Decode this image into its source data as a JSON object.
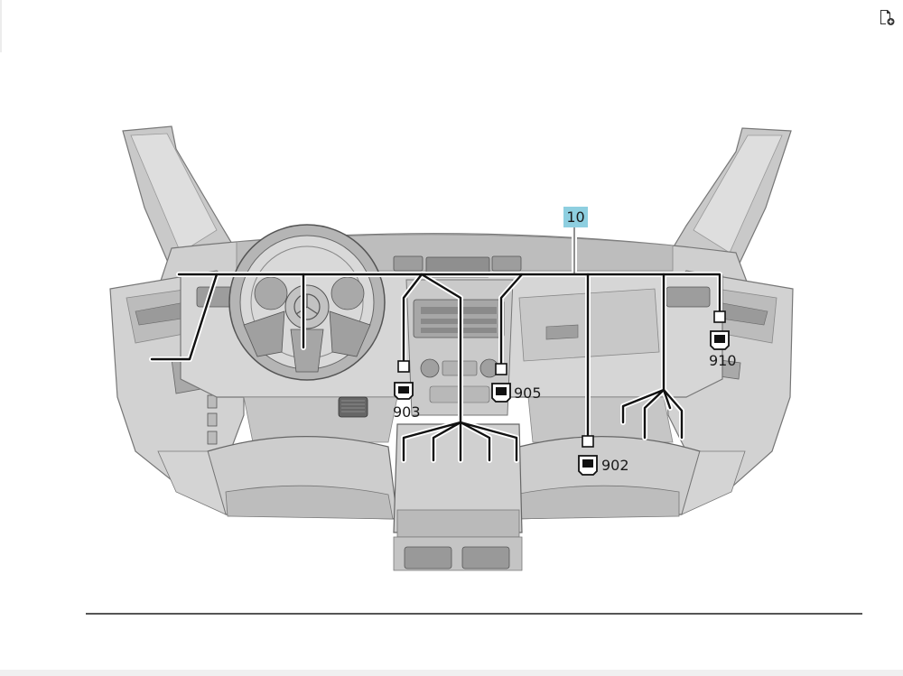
{
  "toolbar": {
    "icon": "page-settings-icon"
  },
  "diagram": {
    "main_label": "10",
    "main_label_color": "#8ecfe0",
    "callouts": {
      "c903": "903",
      "c905": "905",
      "c910": "910",
      "c902": "902"
    }
  }
}
